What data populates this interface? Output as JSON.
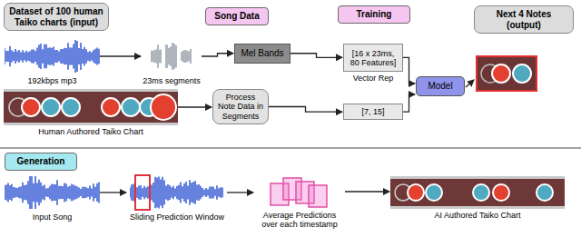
{
  "diagram": {
    "nodes": [
      {
        "text": [
          "Dataset of 100 human Taiko charts (input)"
        ]
      },
      {
        "text": [
          "Song Data"
        ]
      },
      {
        "text": [
          "Training"
        ]
      },
      {
        "text": [
          "Next 4 Notes (output)"
        ]
      },
      {
        "text": [
          "192kbps mp3"
        ]
      },
      {
        "text": [
          "23ms segments"
        ]
      },
      {
        "text": [
          "Mel Bands"
        ]
      },
      {
        "text": [
          "[16 x 23ms, 80 Features]",
          "Vector Rep"
        ]
      },
      {
        "text": [
          "Model"
        ]
      },
      {
        "text": [
          "Human Authored Taiko Chart"
        ]
      },
      {
        "text": [
          "Process Note Data in Segments"
        ]
      },
      {
        "text": [
          "[7, 15]"
        ]
      },
      {
        "text": [
          "Generation"
        ]
      },
      {
        "text": [
          "Input Song"
        ]
      },
      {
        "text": [
          "Sliding Prediction Window"
        ]
      },
      {
        "text": [
          "Average Predictions over each timestamp"
        ]
      },
      {
        "text": [
          "AI Authored Taiko Chart"
        ]
      }
    ],
    "edges": [
      {
        "from": 4,
        "to": 5,
        "arrow": "to"
      },
      {
        "from": 5,
        "to": 6,
        "arrow": "to"
      },
      {
        "from": 6,
        "to": 7,
        "arrow": "to"
      },
      {
        "from": 7,
        "to": 8,
        "arrow": "to"
      },
      {
        "from": 9,
        "to": 10,
        "arrow": "to"
      },
      {
        "from": 10,
        "to": 11,
        "arrow": "to"
      },
      {
        "from": 11,
        "to": 8,
        "arrow": "to"
      },
      {
        "from": 13,
        "to": 14,
        "arrow": "to"
      },
      {
        "from": 14,
        "to": 15,
        "arrow": "to"
      },
      {
        "from": 15,
        "to": 16,
        "arrow": "to"
      }
    ]
  }
}
